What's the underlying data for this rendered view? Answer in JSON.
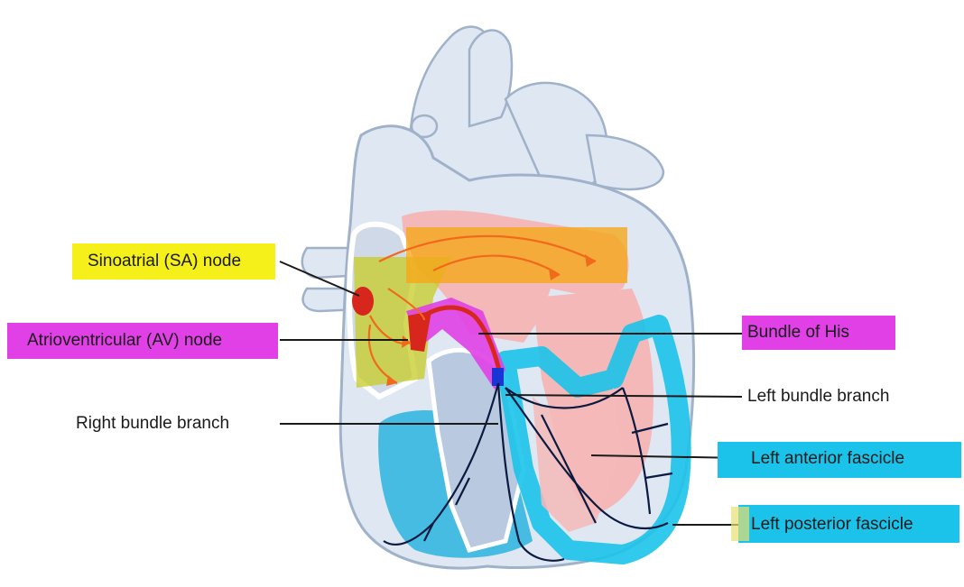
{
  "labels": {
    "sa_node": "Sinoatrial (SA) node",
    "av_node": "Atrioventricular (AV) node",
    "bundle_his": "Bundle of His",
    "left_bundle": "Left bundle branch",
    "right_bundle": "Right bundle branch",
    "left_anterior": "Left anterior fascicle",
    "left_posterior": "Left posterior fascicle"
  },
  "colors": {
    "heart_fill": "#dfe7f2",
    "heart_stroke": "#9fb2c9",
    "atrium_pink": "#f4b8b8",
    "highlight_yellow": "#f5ef1a",
    "highlight_magenta": "#e040e6",
    "highlight_cyan": "#1bc3ea",
    "sa_node_red": "#d7261c",
    "ventricle_blue": "#2bb4e0",
    "fiber": "#0a1a40",
    "arrow_orange": "#f06a1c"
  }
}
